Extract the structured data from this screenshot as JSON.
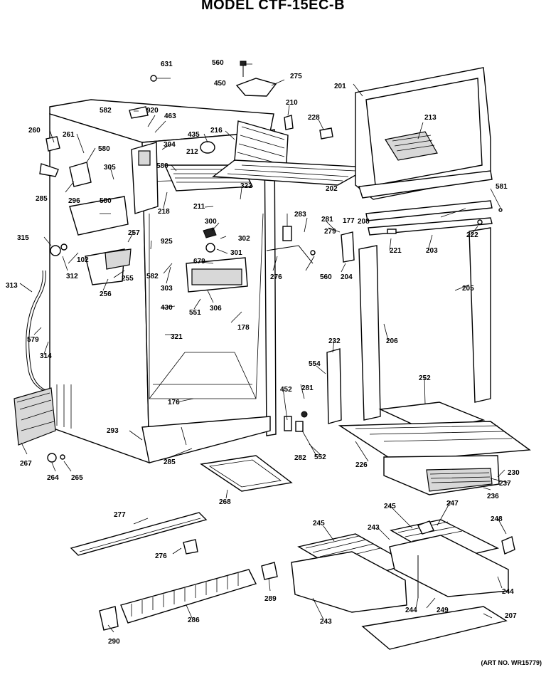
{
  "title": "MODEL CTF-15EC-B",
  "art_number": "(ART NO. WR15779)",
  "callouts": [
    "631",
    "560",
    "275",
    "450",
    "201",
    "210",
    "228",
    "582",
    "920",
    "463",
    "435",
    "216",
    "213",
    "260",
    "261",
    "580",
    "304",
    "212",
    "305",
    "580",
    "218",
    "211",
    "202",
    "581",
    "285",
    "296",
    "580",
    "322",
    "283",
    "281",
    "177",
    "208",
    "300",
    "302",
    "279",
    "222",
    "315",
    "102",
    "257",
    "925",
    "301",
    "221",
    "203",
    "312",
    "582",
    "679",
    "276",
    "560",
    "204",
    "303",
    "255",
    "256",
    "313",
    "306",
    "205",
    "430",
    "551",
    "178",
    "579",
    "321",
    "206",
    "314",
    "232",
    "554",
    "281",
    "252",
    "452",
    "176",
    "267",
    "293",
    "282",
    "552",
    "226",
    "230",
    "285",
    "237",
    "264",
    "265",
    "268",
    "236",
    "247",
    "245",
    "277",
    "245",
    "243",
    "248",
    "276",
    "244",
    "289",
    "249",
    "286",
    "243",
    "244",
    "207",
    "290"
  ]
}
